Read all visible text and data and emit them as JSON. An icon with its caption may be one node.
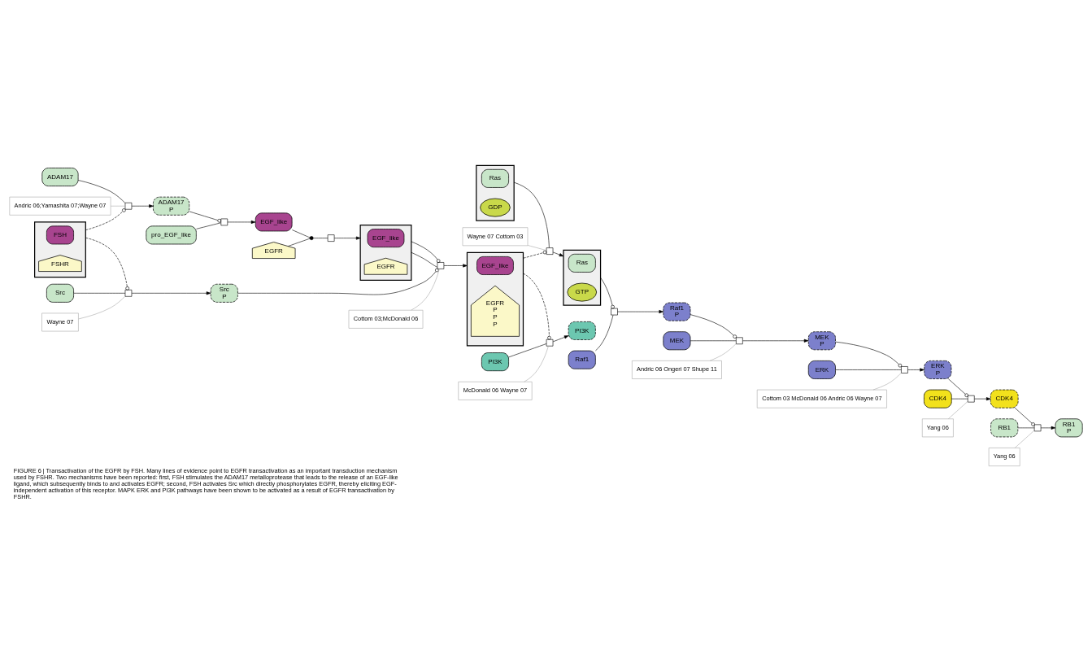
{
  "diagram": {
    "caption": "FIGURE 6 | Transactivation of the EGFR by FSH. Many lines of evidence point to EGFR transactivation as an important transduction mechanism used by FSHR. Two mechanisms have been reported: first, FSH stimulates the ADAM17 metalloprotease that leads to the release of an EGF-like ligand, which subsequently binds to and activates EGFR; second, FSH activates Src which directly phosphorylates EGFR, thereby eliciting EGF-independent activation of this receptor. MAPK ERK and PI3K pathways have been shown to be activated as a result of EGFR transactivation by FSHR.",
    "nodes": [
      {
        "text": [],
        "shape": "box"
      },
      {
        "text": [
          "FSH"
        ],
        "in": 0
      },
      {
        "text": [
          "FSHR"
        ],
        "in": 0
      },
      {
        "text": [
          "ADAM17"
        ]
      },
      {
        "text": [
          "ADAM17",
          "P"
        ]
      },
      {
        "text": [
          "pro_EGF_like"
        ]
      },
      {
        "text": [
          "EGF_like"
        ]
      },
      {
        "text": [
          "EGFR"
        ]
      },
      {
        "text": [],
        "shape": "box"
      },
      {
        "text": [
          "EGF_like"
        ],
        "in": 8
      },
      {
        "text": [
          "EGFR"
        ],
        "in": 8
      },
      {
        "text": [],
        "shape": "box"
      },
      {
        "text": [
          "EGF_like"
        ],
        "in": 11
      },
      {
        "text": [
          "EGFR",
          "P",
          "P",
          "P"
        ],
        "in": 11
      },
      {
        "text": [
          "Src"
        ]
      },
      {
        "text": [
          "Src",
          "P"
        ]
      },
      {
        "text": [
          "RB1",
          "P"
        ]
      },
      {
        "text": [
          "RB1"
        ]
      },
      {
        "text": [
          "CDK4"
        ]
      },
      {
        "text": [
          "CDK4"
        ]
      },
      {
        "text": [
          "Raf1",
          "P"
        ]
      },
      {
        "text": [
          "Raf1"
        ]
      },
      {
        "text": [
          "MEK"
        ]
      },
      {
        "text": [
          "MEK",
          "P"
        ]
      },
      {
        "text": [
          "ERK",
          "P"
        ]
      },
      {
        "text": [
          "ERK"
        ]
      },
      {
        "text": [],
        "shape": "box"
      },
      {
        "text": [
          "Ras"
        ],
        "in": 26
      },
      {
        "text": [
          "GTP"
        ],
        "in": 26
      },
      {
        "text": [],
        "shape": "box"
      },
      {
        "text": [
          "Ras"
        ],
        "in": 29
      },
      {
        "text": [
          "GDP"
        ],
        "in": 29
      },
      {
        "text": [
          "PI3K"
        ]
      },
      {
        "text": [
          "PI3K"
        ]
      },
      {
        "text": [],
        "shape": "box"
      },
      {
        "text": [],
        "shape": "box"
      },
      {
        "text": [],
        "shape": "circle"
      },
      {
        "text": [],
        "shape": "box"
      },
      {
        "text": [],
        "shape": "box"
      },
      {
        "text": [],
        "shape": "box"
      },
      {
        "text": [],
        "shape": "box"
      },
      {
        "text": [],
        "shape": "box"
      },
      {
        "text": [],
        "shape": "box"
      },
      {
        "text": [],
        "shape": "box"
      },
      {
        "text": [],
        "shape": "box"
      },
      {
        "text": [],
        "shape": "box"
      },
      {
        "text": [],
        "shape": "box"
      },
      {
        "text": [
          "Andric 06;Yamashita 07;Wayne 07"
        ]
      },
      {
        "text": [
          "Cottom 03;McDonald 06"
        ]
      },
      {
        "text": [
          "Wayne 07"
        ]
      },
      {
        "text": [
          "Yang 06"
        ]
      },
      {
        "text": [
          "Yang 06"
        ]
      },
      {
        "text": [
          "Andric 06 Ongeri 07 Shupe 11"
        ]
      },
      {
        "text": [
          "Cottom 03 McDonald 06 Andric 06 Wayne 07"
        ]
      },
      {
        "text": [
          "Wayne 07 Cottom 03"
        ]
      },
      {
        "text": [
          "McDonald 06 Wayne 07"
        ]
      }
    ],
    "edges": [
      {
        "from": 3,
        "to": 34,
        "arrow": "none"
      },
      {
        "from": 34,
        "to": 4,
        "arrow": "to"
      },
      {
        "from": 0,
        "to": 34,
        "arrow": "other",
        "style": "dashed"
      },
      {
        "from": 5,
        "to": 35,
        "arrow": "none"
      },
      {
        "from": 35,
        "to": 6,
        "arrow": "to"
      },
      {
        "from": 4,
        "to": 35,
        "arrow": "other"
      },
      {
        "from": 6,
        "to": 36,
        "arrow": "none"
      },
      {
        "from": 7,
        "to": 36,
        "arrow": "none"
      },
      {
        "from": 36,
        "to": 37,
        "arrow": "none"
      },
      {
        "from": 37,
        "to": 8,
        "arrow": "to"
      },
      {
        "from": 8,
        "to": 38,
        "arrow": "none"
      },
      {
        "from": 38,
        "to": 11,
        "arrow": "to"
      },
      {
        "from": 8,
        "to": 38,
        "arrow": "other"
      },
      {
        "from": 15,
        "to": 38,
        "arrow": "other"
      },
      {
        "from": 14,
        "to": 39,
        "arrow": "none"
      },
      {
        "from": 39,
        "to": 15,
        "arrow": "to"
      },
      {
        "from": 0,
        "to": 39,
        "arrow": "other",
        "style": "dashed"
      },
      {
        "from": 17,
        "to": 40,
        "arrow": "none"
      },
      {
        "from": 40,
        "to": 16,
        "arrow": "to"
      },
      {
        "from": 18,
        "to": 40,
        "arrow": "other"
      },
      {
        "from": 19,
        "to": 41,
        "arrow": "none"
      },
      {
        "from": 41,
        "to": 18,
        "arrow": "to"
      },
      {
        "from": 24,
        "to": 41,
        "arrow": "other"
      },
      {
        "from": 21,
        "to": 42,
        "arrow": "none"
      },
      {
        "from": 42,
        "to": 20,
        "arrow": "to"
      },
      {
        "from": 26,
        "to": 42,
        "arrow": "other"
      },
      {
        "from": 22,
        "to": 43,
        "arrow": "none"
      },
      {
        "from": 43,
        "to": 23,
        "arrow": "to"
      },
      {
        "from": 20,
        "to": 43,
        "arrow": "other"
      },
      {
        "from": 25,
        "to": 44,
        "arrow": "none"
      },
      {
        "from": 44,
        "to": 24,
        "arrow": "to"
      },
      {
        "from": 23,
        "to": 44,
        "arrow": "other"
      },
      {
        "from": 29,
        "to": 45,
        "arrow": "none"
      },
      {
        "from": 45,
        "to": 26,
        "arrow": "to"
      },
      {
        "from": 11,
        "to": 45,
        "arrow": "other",
        "style": "dashed"
      },
      {
        "from": 33,
        "to": 46,
        "arrow": "none"
      },
      {
        "from": 46,
        "to": 32,
        "arrow": "to"
      },
      {
        "from": 11,
        "to": 46,
        "arrow": "other",
        "style": "dashed"
      },
      {
        "from": 47,
        "to": 34,
        "arrow": "none",
        "color": "#aaaaaa"
      },
      {
        "from": 48,
        "to": 38,
        "arrow": "none",
        "color": "#aaaaaa"
      },
      {
        "from": 49,
        "to": 39,
        "arrow": "none",
        "color": "#aaaaaa"
      },
      {
        "from": 50,
        "to": 40,
        "arrow": "none",
        "color": "#aaaaaa"
      },
      {
        "from": 51,
        "to": 41,
        "arrow": "none",
        "color": "#aaaaaa"
      },
      {
        "from": 52,
        "to": 43,
        "arrow": "none",
        "color": "#aaaaaa"
      },
      {
        "from": 53,
        "to": 44,
        "arrow": "none",
        "color": "#aaaaaa"
      },
      {
        "from": 54,
        "to": 45,
        "arrow": "none",
        "color": "#aaaaaa"
      },
      {
        "from": 55,
        "to": 46,
        "arrow": "none",
        "color": "#aaaaaa"
      }
    ]
  }
}
